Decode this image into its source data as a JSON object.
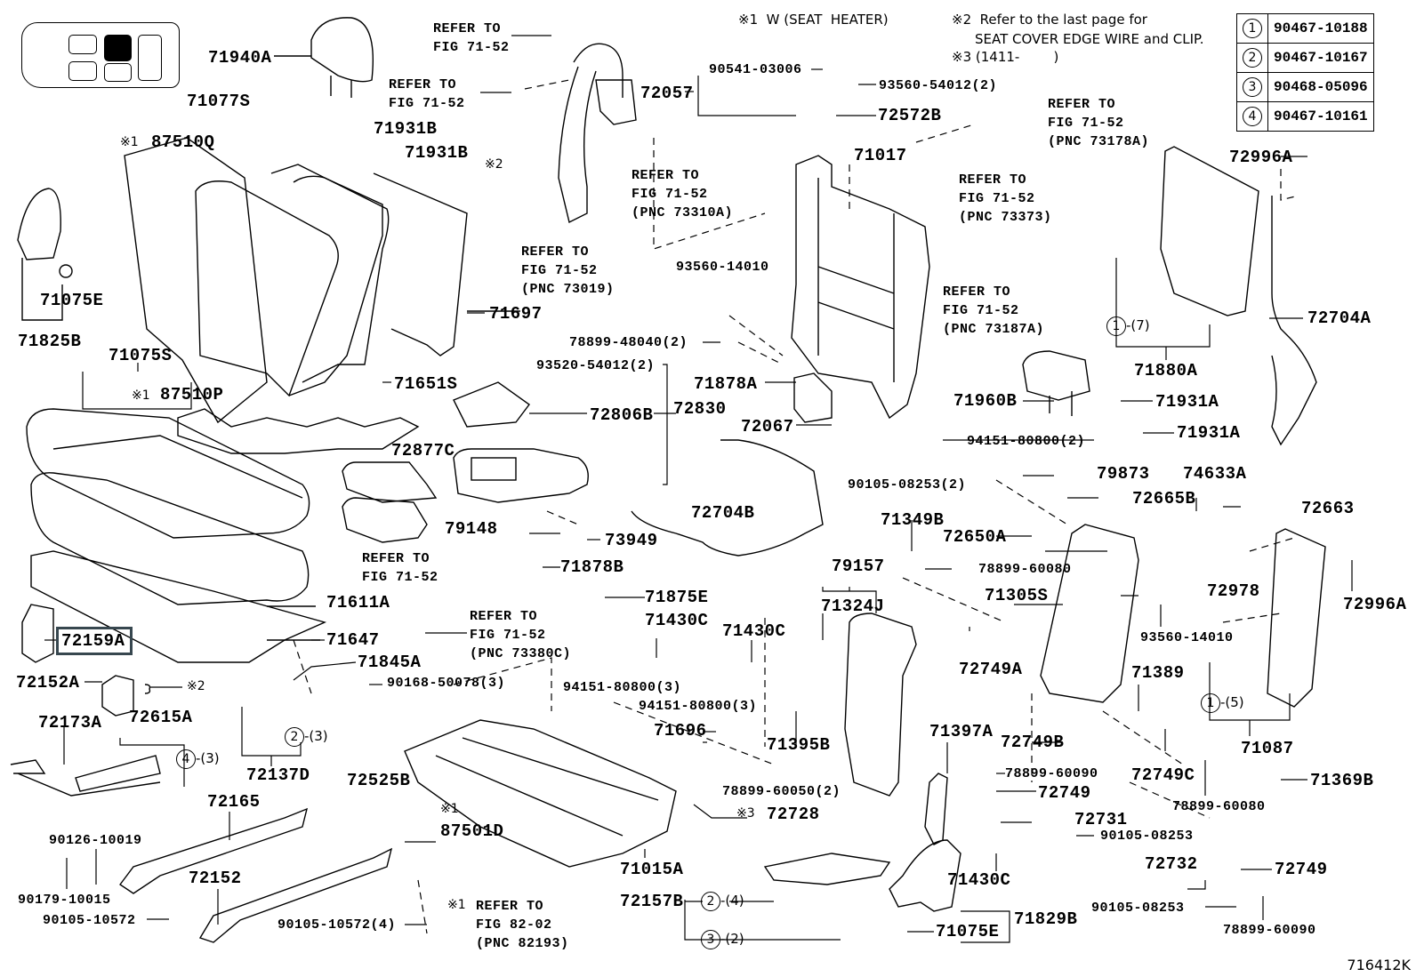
{
  "figure_id": "716412K",
  "notes": {
    "n1": "※1  W (SEAT  HEATER)",
    "n2_line1": "※2  Refer to the last page for",
    "n2_line2": "SEAT COVER EDGE WIRE and CLIP.",
    "n3": "※3 (1411-        )"
  },
  "legend": [
    {
      "key": "1",
      "part": "90467-10188"
    },
    {
      "key": "2",
      "part": "90467-10167"
    },
    {
      "key": "3",
      "part": "90468-05096"
    },
    {
      "key": "4",
      "part": "90467-10161"
    }
  ],
  "highlighted_part": "72159A",
  "seat_position_icon": {
    "selected": "center-rear",
    "cells": 5
  },
  "labels": {
    "p71940A": "71940A",
    "p71077S": "71077S",
    "p87510Q": "87510Q",
    "p87510Q_mark": "※1",
    "p71931B_1": "71931B",
    "p71931B_2": "71931B",
    "p72057": "72057",
    "p90541": "90541-03006",
    "p93560_54012": "93560-54012(2)",
    "p72572B": "72572B",
    "p71017": "71017",
    "p72996A_top": "72996A",
    "p71075E_left": "71075E",
    "p71825B": "71825B",
    "p71697": "71697",
    "p71075S": "71075S",
    "p87510P": "87510P",
    "p87510P_mark": "※1",
    "p71651S": "71651S",
    "p93560_14010_mid": "93560-14010",
    "p78899_48040": "78899-48040(2)",
    "p93520_54012": "93520-54012(2)",
    "p71878A": "71878A",
    "p72806B": "72806B",
    "p72830": "72830",
    "p72067": "72067",
    "p94151_80800_2": "94151-80800(2)",
    "p71960B": "71960B",
    "p71931A_1": "71931A",
    "p71931A_2": "71931A",
    "p71880A": "71880A",
    "p72704A": "72704A",
    "p72877C": "72877C",
    "p79148": "79148",
    "p73949": "73949",
    "p71878B": "71878B",
    "p72704B": "72704B",
    "p90105_08253_2": "90105-08253(2)",
    "p79873": "79873",
    "p74633A": "74633A",
    "p72665B": "72665B",
    "p72663": "72663",
    "p71349B": "71349B",
    "p72650A": "72650A",
    "p79157": "79157",
    "p78899_60080_mid": "78899-60080",
    "p71305S": "71305S",
    "p72978": "72978",
    "p72996A_right": "72996A",
    "p71611A": "71611A",
    "p71647": "71647",
    "p72159A": "72159A",
    "p71845A": "71845A",
    "p72152A": "72152A",
    "p72152A_mark": "※2",
    "p71875E": "71875E",
    "p71430C_1": "71430C",
    "p71430C_2": "71430C",
    "p71324J": "71324J",
    "p72749A": "72749A",
    "p93560_14010_right": "93560-14010",
    "p71389": "71389",
    "p90168": "90168-50078(3)",
    "p94151_80800_3a": "94151-80800(3)",
    "p94151_80800_3b": "94151-80800(3)",
    "p71696": "71696",
    "p71395B": "71395B",
    "p71397A": "71397A",
    "p72749B": "72749B",
    "p72749C": "72749C",
    "p71087": "71087",
    "p71369B": "71369B",
    "p72173A": "72173A",
    "p72615A": "72615A",
    "p72137D": "72137D",
    "p72525B": "72525B",
    "p78899_60050": "78899-60050(2)",
    "p78899_60090_a": "78899-60090",
    "p72749_a": "72749",
    "p72731": "72731",
    "p78899_60080_right": "78899-60080",
    "p72165": "72165",
    "p87501D": "87501D",
    "p87501D_mark": "※1",
    "p72728": "72728",
    "p72728_mark": "※3",
    "p90105_08253_a": "90105-08253",
    "p90126": "90126-10019",
    "p90179": "90179-10015",
    "p72152": "72152",
    "p71015A": "71015A",
    "p71430C_3": "71430C",
    "p72732": "72732",
    "p72749_b": "72749",
    "p90105_10572": "90105-10572",
    "p90105_10572_4": "90105-10572(4)",
    "p72157B": "72157B",
    "p71829B": "71829B",
    "p71075E_bottom": "71075E",
    "p90105_08253_b": "90105-08253",
    "p78899_60090_b": "78899-60090",
    "x2_mark_top": "※2"
  },
  "refs": {
    "r1": "REFER TO\nFIG 71-52",
    "r2": "REFER TO\nFIG 71-52",
    "r3": "REFER TO\nFIG 71-52\n(PNC 73310A)",
    "r4": "REFER TO\nFIG 71-52\n(PNC 73019)",
    "r5": "REFER TO\nFIG 71-52\n(PNC 73178A)",
    "r6": "REFER TO\nFIG 71-52\n(PNC 73373)",
    "r7": "REFER TO\nFIG 71-52\n(PNC 73187A)",
    "r8": "REFER TO\nFIG 71-52",
    "r9": "REFER TO\nFIG 71-52\n(PNC 73380C)",
    "r10": "REFER TO\nFIG 82-02\n(PNC 82193)",
    "r10_mark": "※1"
  },
  "qty_callouts": {
    "q1_7": {
      "key": "1",
      "qty": "-(7)"
    },
    "q1_5": {
      "key": "1",
      "qty": "-(5)"
    },
    "q2_3": {
      "key": "2",
      "qty": "-(3)"
    },
    "q4_3": {
      "key": "4",
      "qty": "-(3)"
    },
    "q2_4": {
      "key": "2",
      "qty": "-(4)"
    },
    "q3_2": {
      "key": "3",
      "qty": "-(2)"
    }
  }
}
